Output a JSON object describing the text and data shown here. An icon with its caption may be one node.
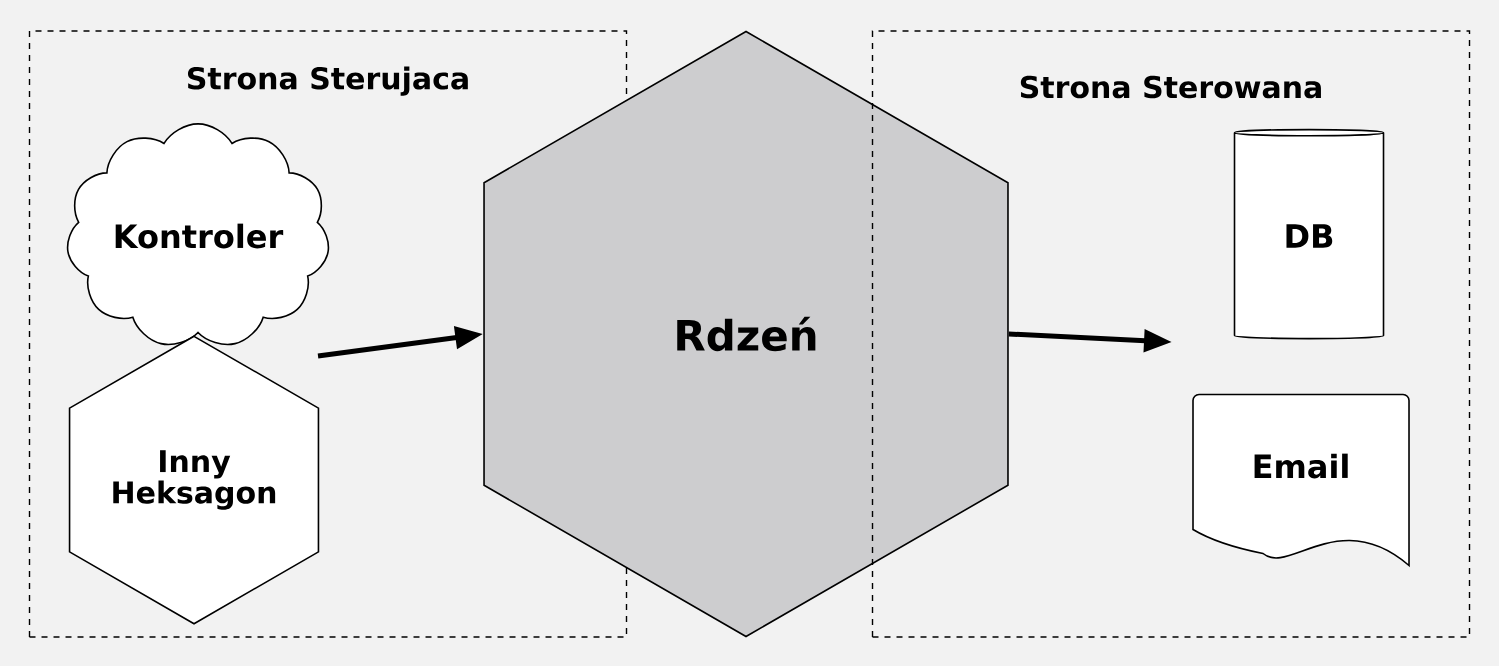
{
  "diagram": {
    "nodes": [
      {
        "text": [
          "Strona Sterujaca"
        ]
      },
      {
        "text": [
          "Kontroler"
        ],
        "in": 0
      },
      {
        "text": [
          "Inny Heksagon"
        ],
        "in": 0
      },
      {
        "text": [
          "Rdzeń"
        ]
      },
      {
        "text": [
          "Strona Sterowana"
        ]
      },
      {
        "text": [
          "DB"
        ],
        "in": 4
      },
      {
        "text": [
          "Email"
        ],
        "in": 4
      }
    ],
    "edges": [
      {
        "from": null,
        "to": 3,
        "arrow": "to"
      },
      {
        "from": 3,
        "to": null,
        "arrow": "to"
      }
    ]
  }
}
